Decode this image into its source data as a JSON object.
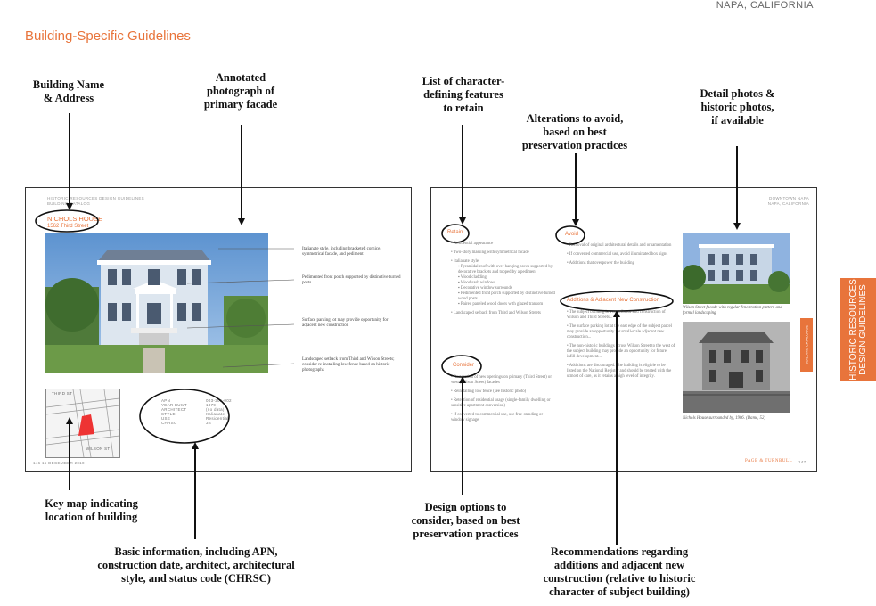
{
  "header": {
    "location": "NAPA, CALIFORNIA",
    "title": "Building-Specific Guidelines"
  },
  "callouts": {
    "building_name": "Building Name\n& Address",
    "photograph": "Annotated\nphotograph of\nprimary facade",
    "features": "List of character-\ndefining features\nto retain",
    "alterations": "Alterations to avoid,\nbased on best\npreservation practices",
    "detail_photos": "Detail photos &\nhistoric photos,\nif available",
    "key_map": "Key map indicating\nlocation of building",
    "basic_info": "Basic information, including APN,\nconstruction date, architect, architectural\nstyle, and status code (CHRSC)",
    "design_options": "Design options to\nconsider, based on best\npreservation practices",
    "recommendations": "Recommendations regarding\nadditions and adjacent new\nconstruction (relative to historic\ncharacter of subject building)"
  },
  "left_page": {
    "running_head": "HISTORIC RESOURCES DESIGN GUIDELINES",
    "running_sub": "BUILDING CATALOG",
    "building_name": "NICHOLS HOUSE",
    "address": "1562 Third Street",
    "annotations": [
      "Italianate style, including bracketed cornice, symmetrical facade, and pediment",
      "Pedimented front porch supported by distinctive turned posts",
      "Surface parking lot may provide opportunity for adjacent new construction",
      "Landscaped setback from Third and Wilson Streets; consider re-installing low fence based on historic photographs"
    ],
    "map_labels": [
      "THIRD ST",
      "WILSON ST"
    ],
    "info": [
      {
        "k": "APN",
        "v": "003-201-002"
      },
      {
        "k": "YEAR BUILT",
        "v": "1879"
      },
      {
        "k": "ARCHITECT",
        "v": "(no data)"
      },
      {
        "k": "STYLE",
        "v": "Italianate"
      },
      {
        "k": "USE",
        "v": "Residential"
      },
      {
        "k": "CHRSC",
        "v": "3S"
      }
    ],
    "footer": "146   15 DECEMBER 2010"
  },
  "right_page": {
    "running_head": "DOWNTOWN NAPA",
    "running_sub": "NAPA, CALIFORNIA",
    "retain_heading": "Retain",
    "retain_items": [
      "Residential appearance",
      "Two-story massing with symmetrical facade",
      "Italianate style",
      "Pyramidal roof with over-hanging eaves supported by decorative brackets and topped by a pediment",
      "Wood cladding",
      "Wood sash windows",
      "Decorative window surrounds",
      "Pedimented front porch supported by distinctive turned wood posts",
      "Paired paneled wood doors with glazed transom",
      "Landscaped setback from Third and Wilson Streets"
    ],
    "consider_heading": "Consider",
    "consider_items": [
      "Restoration of new openings on primary (Third Street) or west (Wilson Street) facades",
      "Reinstalling low fence (see historic photo)",
      "Retention of residential usage (single-family dwelling or sensitive apartment conversion)",
      "If converted to commercial use, use free-standing or window signage"
    ],
    "avoid_heading": "Avoid",
    "avoid_items": [
      "Removal of original architectural details and ornamentation",
      "If converted commercial use, avoid illuminated box signs",
      "Additions that overpower the building"
    ],
    "additions_heading": "Additions & Adjacent New Construction",
    "additions_items": [
      "The subject building is a contributor and construction of Wilson and Third Streets...",
      "The surface parking lot at the east edge of the subject parcel may provide an opportunity for small-scale adjacent new construction...",
      "The non-historic buildings across Wilson Street to the west of the subject building may provide an opportunity for future infill development...",
      "Additions are discouraged. The building is eligible to be listed on the National Register and should be treated with the utmost of care, as it retains a high level of integrity."
    ],
    "photo1_caption": "Wilson Street facade with regular fenestration pattern and formal landscaping",
    "photo2_caption": "Nichols House surrounded by, 1906. (Dame, 52)",
    "side_tab": "BUILDING CATALOGUE",
    "footer_left": "PAGE & TURNBULL",
    "footer_right": "147"
  },
  "side_tab": "HISTORIC RESOURCES\nDESIGN GUIDELINES",
  "colors": {
    "accent": "#e8743b",
    "border": "#333333",
    "sky": "#7aa8d8"
  }
}
